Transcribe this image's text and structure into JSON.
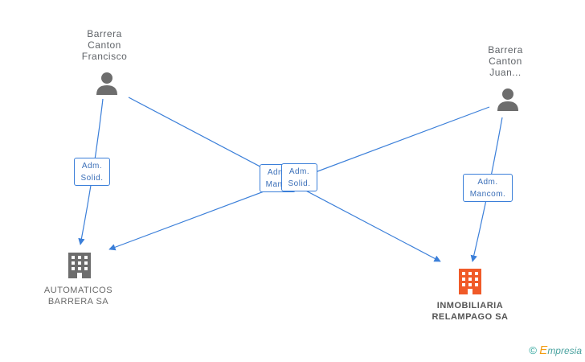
{
  "persons": [
    {
      "id": "p1",
      "name_lines": [
        "Barrera",
        "Canton",
        "Francisco"
      ]
    },
    {
      "id": "p2",
      "name_lines": [
        "Barrera",
        "Canton",
        "Juan..."
      ]
    }
  ],
  "companies": [
    {
      "id": "c1",
      "name_lines": [
        "AUTOMATICOS",
        "BARRERA SA"
      ],
      "color": "#6d6d6d"
    },
    {
      "id": "c2",
      "name_lines": [
        "INMOBILIARIA",
        "RELAMPAGO SA"
      ],
      "color": "#f05a28"
    }
  ],
  "relations": [
    {
      "from": "p1",
      "to": "c1",
      "role_lines": [
        "Adm.",
        "Solid."
      ]
    },
    {
      "from": "p1",
      "to": "c2",
      "role_lines": [
        "Adm.",
        "Manc."
      ]
    },
    {
      "from": "p2",
      "to": "c1",
      "role_lines": [
        "Adm.",
        "Solid."
      ]
    },
    {
      "from": "p2",
      "to": "c2",
      "role_lines": [
        "Adm.",
        "Mancom."
      ]
    }
  ],
  "colors": {
    "edge": "#3b7fd9",
    "person_icon": "#6d6d6d"
  },
  "footer": {
    "copyright": "©",
    "brand_initial": "E",
    "brand_rest": "mpresia"
  }
}
